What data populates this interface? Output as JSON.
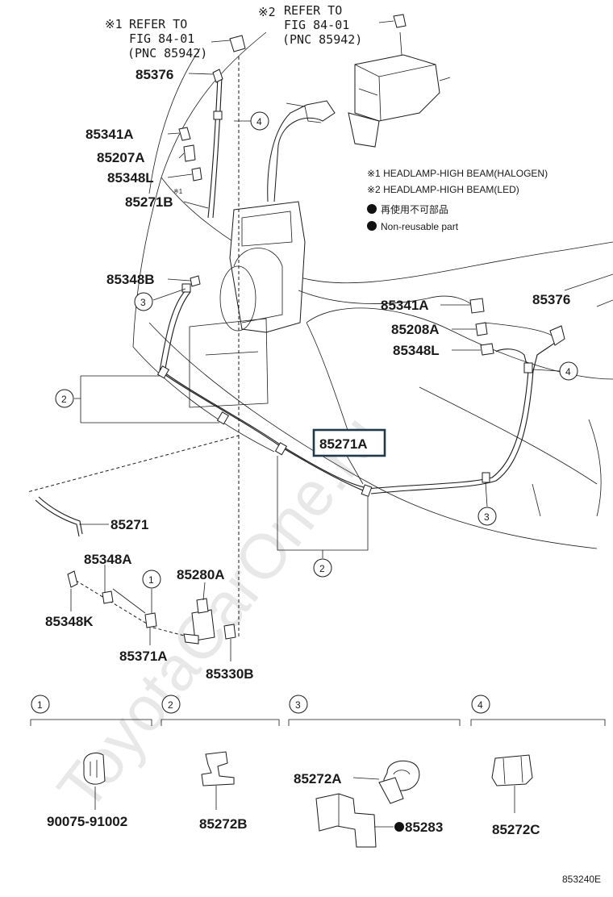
{
  "watermark": "ToyotaCarOne.ru",
  "refs": {
    "ref1": {
      "mark": "※1",
      "line1": "REFER TO",
      "line2": "FIG 84-01",
      "line3": "(PNC 85942)"
    },
    "ref2": {
      "mark": "※2",
      "line1": "REFER TO",
      "line2": "FIG 84-01",
      "line3": "(PNC 85942)"
    }
  },
  "legend": {
    "note1": "※1 HEADLAMP-HIGH BEAM(HALOGEN)",
    "note2": "※2 HEADLAMP-HIGH BEAM(LED)",
    "nonreuse_jp": "再使用不可部品",
    "nonreuse_en": "Non-reusable part"
  },
  "part_labels": {
    "p85376_left": "85376",
    "p85341A_left": "85341A",
    "p85207A": "85207A",
    "p85348L_left": "85348L",
    "p85271B": "85271B",
    "p85348B": "85348B",
    "p85341A_right": "85341A",
    "p85376_right": "85376",
    "p85208A": "85208A",
    "p85348L_right": "85348L",
    "p85271A": "85271A",
    "p85271": "85271",
    "p85348A": "85348A",
    "p85280A": "85280A",
    "p85348K": "85348K",
    "p85371A": "85371A",
    "p85330B": "85330B",
    "p85272A": "85272A",
    "p90075": "90075-91002",
    "p85272B": "85272B",
    "p85283": "85283",
    "p85272C": "85272C",
    "small_note": "※1"
  },
  "callouts": [
    "1",
    "2",
    "3",
    "4"
  ],
  "detail_panels": [
    {
      "index": "1",
      "part": "90075-91002"
    },
    {
      "index": "2",
      "part": "85272B"
    },
    {
      "index": "3",
      "parts": [
        "85272A",
        "85283"
      ]
    },
    {
      "index": "4",
      "part": "85272C"
    }
  ],
  "figure_id": "853240E"
}
